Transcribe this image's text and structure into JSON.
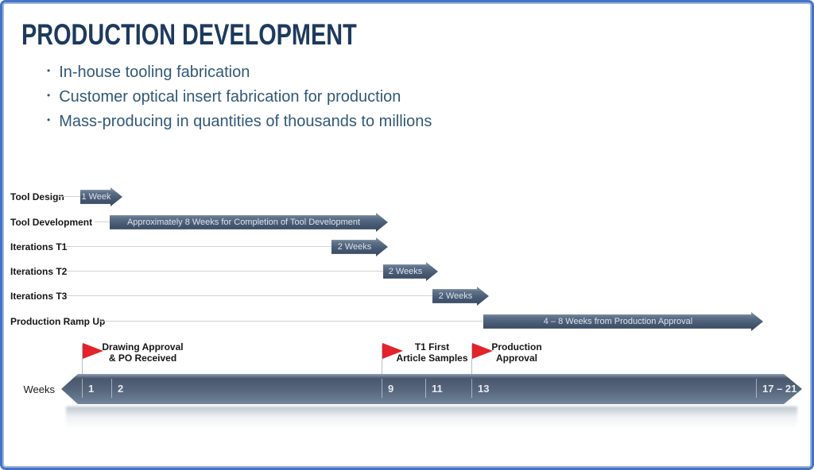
{
  "slide": {
    "title": "PRODUCTION DEVELOPMENT",
    "colors": {
      "border_blue": "#4273c4",
      "title_navy": "#1d3a5e",
      "bullet_blue": "#315878",
      "arrow_slate": "#42536c",
      "flag_red": "#e2232b",
      "bar_text": "#e7ebf0"
    }
  },
  "bullets": [
    "In-house tooling fabrication",
    "Customer optical insert fabrication for production",
    "Mass-producing in quantities of thousands to millions"
  ],
  "gantt": {
    "rows": [
      {
        "label": "Tool Design",
        "bar_label": "1 Week"
      },
      {
        "label": "Tool Development",
        "bar_label": "Approximately 8 Weeks for Completion of Tool Development"
      },
      {
        "label": "Iterations T1",
        "bar_label": "2 Weeks"
      },
      {
        "label": "Iterations T2",
        "bar_label": "2 Weeks"
      },
      {
        "label": "Iterations T3",
        "bar_label": "2 Weeks"
      },
      {
        "label": "Production Ramp Up",
        "bar_label": "4 – 8 Weeks from Production Approval"
      }
    ]
  },
  "milestones": [
    {
      "line1": "Drawing Approval",
      "line2": "& PO Received"
    },
    {
      "line1": "T1 First",
      "line2": "Article Samples"
    },
    {
      "line1": "Production",
      "line2": "Approval"
    }
  ],
  "timeline": {
    "axis_label": "Weeks",
    "ticks": [
      "1",
      "2",
      "9",
      "11",
      "13",
      "17 – 21"
    ]
  }
}
